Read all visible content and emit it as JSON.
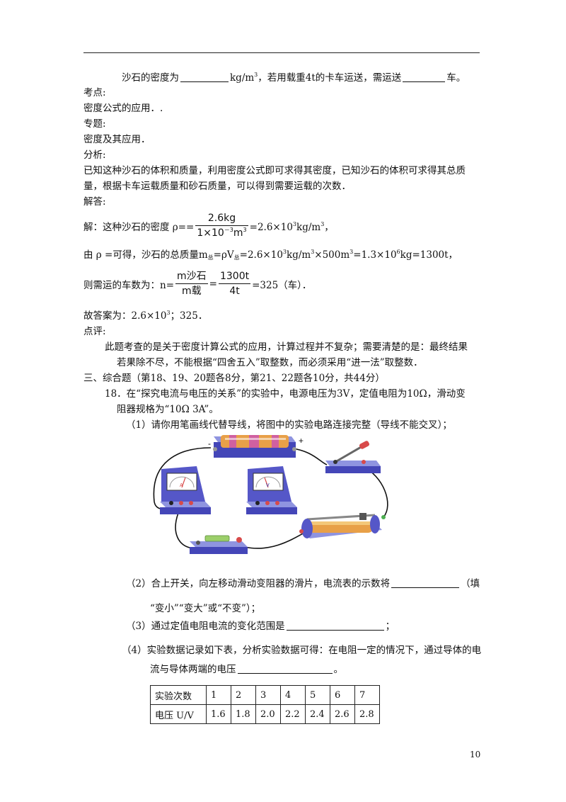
{
  "top_line": {
    "part1": "沙石的密度为",
    "part2": "kg/m",
    "part2_sup": "3",
    "part3": "，若用载重4t的卡车运送，需运送",
    "part4": "车。"
  },
  "kaodian_label": "考点:",
  "kaodian_text": "密度公式的应用．.",
  "zhuanti_label": "专题:",
  "zhuanti_text": "密度及其应用．",
  "fenxi_label": "分析:",
  "fenxi_line1": "已知这种沙石的体积和质量，利用密度公式即可求得其密度，已知沙石的体积可求得其总质",
  "fenxi_line2": "量，根据卡车运载质量和砂石质量，可以得到需要运载的次数．",
  "jieda_label": "解答:",
  "sol1": {
    "prefix": "解：这种沙石的密度 ρ==",
    "num": "2.6kg",
    "den_a": "1×10",
    "den_exp": "－3",
    "den_b": "m",
    "den_b_exp": "3",
    "result": "=2.6×10",
    "result_exp": "3",
    "result_unit": "kg/m",
    "result_unit_exp": "3",
    "tail": "，"
  },
  "sol2": {
    "a": "由 ρ =可得，沙石的总质量m",
    "a_sub": "总",
    "b": "=ρV",
    "b_sub": "总",
    "c": "=2.6×10",
    "c_exp": "3",
    "d": "kg/m",
    "d_exp": "3",
    "e": "×500m",
    "e_exp": "3",
    "f": "=1.3×10",
    "f_exp": "6",
    "g": "kg=1300t，"
  },
  "sol3": {
    "prefix": "则需运的车数为：n=",
    "f1_num": "m沙石",
    "f1_den": "m载",
    "eq": "=",
    "f2_num": "1300t",
    "f2_den": "4t",
    "result": "=325（车）．"
  },
  "answer": {
    "text": "故答案为：2.6×10",
    "exp": "3",
    "tail": "；325．"
  },
  "dianping_label": "点评:",
  "dianping_line1": "此题考查的是关于密度计算公式的应用，计算过程并不复杂；需要清楚的是：最终结果",
  "dianping_line2": "若果除不尽，不能根据“四舍五入”取整数，而必须采用“进一法”取整数．",
  "section3": "三、综合题（第18、19、20题各8分，第21、22题各10分，共44分）",
  "q18_line1": "18．在“探究电流与电压的关系”的实验中，电源电压为3V，定值电阻为10Ω，滑动变",
  "q18_line2": "阻器规格为“10Ω  3A”。",
  "q18_1": "（1）请你用笔画线代替导线，将图中的实验电路连接完整（导线不能交叉）；",
  "circuit": {
    "minus": "-",
    "plus": "+",
    "ammeter_letter": "A",
    "voltmeter_letter": "V"
  },
  "q18_2a": "（2）合上开关，向左移动滑动变阻器的滑片，电流表的示数将",
  "q18_2a_tail": "（填",
  "q18_2b": "“变小”“变大”或“不变”）；",
  "q18_3": "（3）通过定值电阻电流的变化范围是",
  "q18_3_tail": "；",
  "q18_4a": "（4）实验数据记录如下表，分析实验数据可得：在电阻一定的情况下，通过导体的电",
  "q18_4b": "流与导体两端的电压",
  "q18_4b_tail": "。",
  "table": {
    "header_label": "实验次数",
    "header": [
      "1",
      "2",
      "3",
      "4",
      "5",
      "6",
      "7"
    ],
    "row_label": "电压 U/V",
    "row": [
      "1.6",
      "1.8",
      "2.0",
      "2.2",
      "2.4",
      "2.6",
      "2.8"
    ]
  },
  "page_number": "10"
}
